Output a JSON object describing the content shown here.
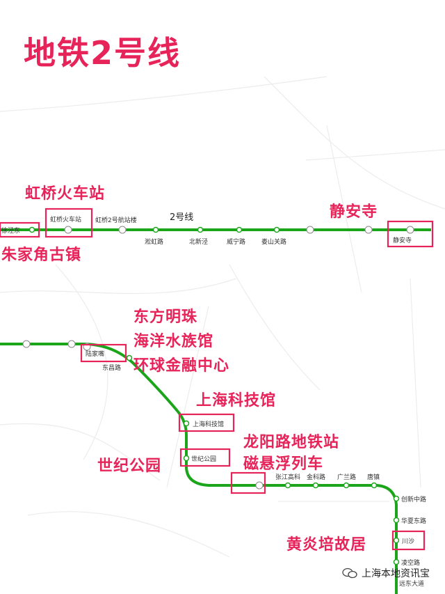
{
  "title": "地铁2号线",
  "line_name": "2号线",
  "colors": {
    "line": "#1aa51a",
    "highlight": "#e6245a",
    "text": "#333333"
  },
  "stations_top": [
    {
      "id": "xujingdong",
      "name": "徐泾东"
    },
    {
      "id": "hongqiao-station",
      "name": "虹桥火车站"
    },
    {
      "id": "hongqiao-t2",
      "name": "虹桥2号航站楼"
    },
    {
      "id": "songhong",
      "name": "淞虹路"
    },
    {
      "id": "beixinjing",
      "name": "北新泾"
    },
    {
      "id": "weining",
      "name": "威宁路"
    },
    {
      "id": "loushanguan",
      "name": "娄山关路"
    },
    {
      "id": "jingan",
      "name": "静安寺"
    }
  ],
  "stations_bottom": [
    {
      "id": "lujiazui",
      "name": "陆家嘴"
    },
    {
      "id": "dongchang",
      "name": "东昌路"
    },
    {
      "id": "kejiguan",
      "name": "上海科技馆"
    },
    {
      "id": "shijigongyuan",
      "name": "世纪公园"
    },
    {
      "id": "zhangjiang",
      "name": "张江高科"
    },
    {
      "id": "jinke",
      "name": "金科路"
    },
    {
      "id": "guanglan",
      "name": "广兰路"
    },
    {
      "id": "tangzhen",
      "name": "唐镇"
    },
    {
      "id": "chuangxin",
      "name": "创新中路"
    },
    {
      "id": "huaxia",
      "name": "华夏东路"
    },
    {
      "id": "chuansha",
      "name": "川沙"
    },
    {
      "id": "lingkong",
      "name": "凌空路"
    },
    {
      "id": "yuandong",
      "name": "远东大道"
    }
  ],
  "attractions": {
    "hongqiao": "虹桥火车站",
    "zhujiajiao": "朱家角古镇",
    "jingan": "静安寺",
    "lujiazui_1": "东方明珠",
    "lujiazui_2": "海洋水族馆",
    "lujiazui_3": "环球金融中心",
    "kejiguan": "上海科技馆",
    "shiji": "世纪公园",
    "longyang_1": "龙阳路地铁站",
    "longyang_2": "磁悬浮列车",
    "chuansha": "黄炎培故居"
  },
  "watermark": "上海本地资讯宝"
}
